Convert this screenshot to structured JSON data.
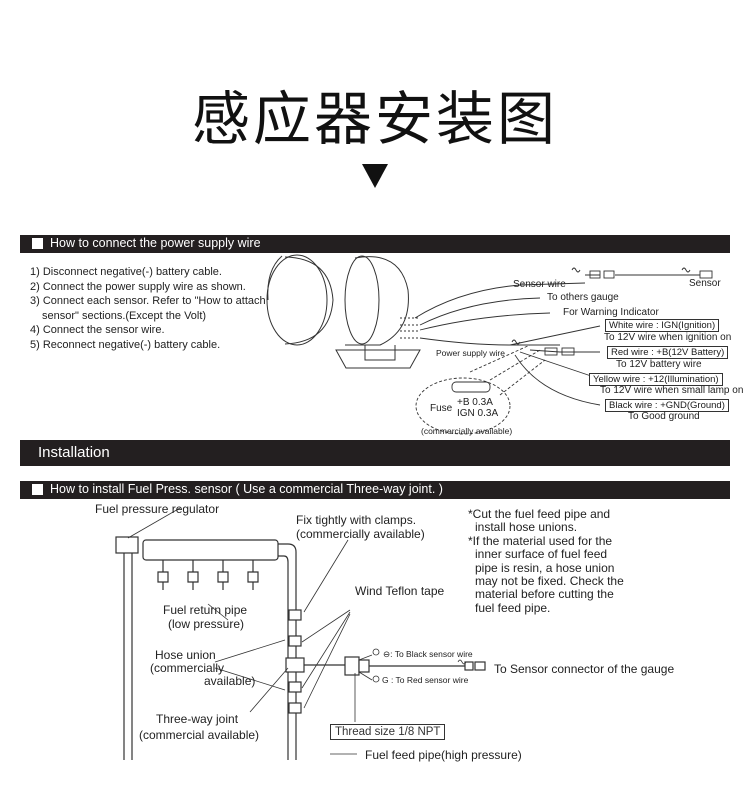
{
  "title": "感应器安装图",
  "section_power": {
    "heading": "How to connect the power supply wire",
    "steps": [
      "1) Disconnect negative(-) battery cable.",
      "2) Connect the power supply wire as shown.",
      "3) Connect each sensor. Refer to \"How to attach",
      "sensor\" sections.(Except the Volt)",
      "4) Connect the sensor wire.",
      "5) Reconnect negative(-) battery cable."
    ],
    "labels": {
      "sensor_wire": "Sensor wire",
      "sensor": "Sensor",
      "to_others_gauge": "To others gauge",
      "for_warning": "For Warning Indicator",
      "power_supply_wire": "Power supply wire",
      "white_wire": "White wire : IGN(Ignition)",
      "white_to": "To 12V wire when ignition on",
      "red_wire": "Red wire : +B(12V Battery)",
      "red_to": "To 12V battery wire",
      "yellow_wire": "Yellow wire : +12(Illumination)",
      "yellow_to": "To 12V wire when small lamp on",
      "black_wire": "Black wire : +GND(Ground)",
      "black_to": "To Good ground",
      "fuse": "Fuse",
      "fuse_b": "+B  0.3A",
      "fuse_ign": "IGN  0.3A",
      "commercially_available": "(commercially available)"
    }
  },
  "section_installation": {
    "heading": "Installation"
  },
  "section_fuel": {
    "heading": "How to install Fuel Press. sensor ( Use a commercial Three-way joint. )",
    "labels": {
      "regulator": "Fuel pressure regulator",
      "fix_clamps_1": "Fix tightly with clamps.",
      "fix_clamps_2": "(commercially available)",
      "wind_teflon": "Wind Teflon tape",
      "return_pipe_1": "Fuel return pipe",
      "return_pipe_2": "(low pressure)",
      "hose_union_1": "Hose union",
      "hose_union_2": "(commercially",
      "hose_union_3": "available)",
      "three_way_1": "Three-way joint",
      "three_way_2": "(commercial available)",
      "black_sensor": "⊖: To Black sensor wire",
      "red_sensor": "G : To Red sensor wire",
      "to_connector": "To Sensor connector of the gauge",
      "thread": "Thread size  1/8 NPT",
      "feed_pipe": "Fuel feed pipe(high pressure)"
    },
    "notes": [
      "*Cut the fuel feed pipe and",
      "install hose unions.",
      "*If the material used for the",
      "inner surface of fuel feed",
      "pipe is resin, a hose union",
      "may not be fixed. Check the",
      "material before cutting the",
      "fuel feed pipe."
    ]
  },
  "colors": {
    "band": "#231f20",
    "text": "#1a1a1a",
    "line": "#333333"
  }
}
